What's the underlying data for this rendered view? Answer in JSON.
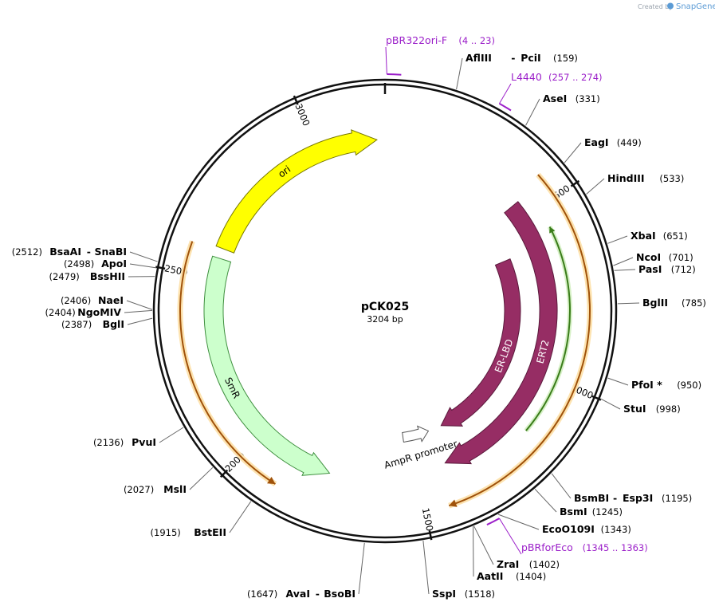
{
  "branding": {
    "created_by": "Created by",
    "product": "SnapGene"
  },
  "plasmid": {
    "name": "pCK025",
    "length_label": "3204 bp",
    "length": 3204
  },
  "ticks": [
    {
      "bp": 500,
      "label": "500"
    },
    {
      "bp": 1000,
      "label": "1000"
    },
    {
      "bp": 1500,
      "label": "1500"
    },
    {
      "bp": 2000,
      "label": "2000"
    },
    {
      "bp": 2500,
      "label": "2500"
    },
    {
      "bp": 3000,
      "label": "3000"
    }
  ],
  "features": [
    {
      "name": "ori",
      "start": 2590,
      "end": 3180,
      "direction": "cw",
      "track": "inner",
      "color": "#ffff00",
      "stroke": "#777700",
      "label_color": "#000000"
    },
    {
      "name": "ER-LBD",
      "start": 600,
      "end": 1370,
      "direction": "cw",
      "track": "middle",
      "color": "#962d64",
      "stroke": "#5a1a3c",
      "label_color": "#ffffff"
    },
    {
      "name": "ERT2",
      "start": 450,
      "end": 1410,
      "direction": "cw",
      "track": "outer",
      "color": "#962d64",
      "stroke": "#5a1a3c",
      "label_color": "#ffffff"
    },
    {
      "name": "SmR",
      "start": 1770,
      "end": 2560,
      "direction": "ccw",
      "track": "inner",
      "color": "#ccffcc",
      "stroke": "#3f8f3f",
      "label_color": "#000000"
    },
    {
      "name": "AmpR promoter",
      "start": 1425,
      "end": 1530,
      "direction": "ccw",
      "track": "small",
      "color": "#ffffff",
      "stroke": "#555555",
      "label_color": "#000000"
    }
  ],
  "orfs": [
    {
      "start": 430,
      "end": 1440,
      "direction": "cw",
      "color": "#f5a623"
    },
    {
      "start": 1890,
      "end": 2580,
      "direction": "ccw",
      "color": "#f5a623"
    }
  ],
  "green_orf": {
    "start": 560,
    "end": 1160,
    "direction": "ccw",
    "color": "#3a7d1a"
  },
  "sites": [
    {
      "name": "AflIII",
      "name2": "PciI",
      "pos": "(159)",
      "bp": 159,
      "side": "right"
    },
    {
      "name": "AseI",
      "pos": "(331)",
      "bp": 331,
      "side": "right"
    },
    {
      "name": "EagI",
      "pos": "(449)",
      "bp": 449,
      "side": "right"
    },
    {
      "name": "HindIII",
      "pos": "(533)",
      "bp": 533,
      "side": "right"
    },
    {
      "name": "XbaI",
      "pos": "(651)",
      "bp": 651,
      "side": "right"
    },
    {
      "name": "NcoI",
      "pos": "(701)",
      "bp": 701,
      "side": "right"
    },
    {
      "name": "PasI",
      "pos": "(712)",
      "bp": 712,
      "side": "right"
    },
    {
      "name": "BglII",
      "pos": "(785)",
      "bp": 785,
      "side": "right"
    },
    {
      "name": "PfoI *",
      "pos": "(950)",
      "bp": 950,
      "side": "right"
    },
    {
      "name": "StuI",
      "pos": "(998)",
      "bp": 998,
      "side": "right"
    },
    {
      "name": "BsmBI",
      "name2": "Esp3I",
      "pos": "(1195)",
      "bp": 1195,
      "side": "right"
    },
    {
      "name": "BsmI",
      "pos": "(1245)",
      "bp": 1245,
      "side": "right"
    },
    {
      "name": "EcoO109I",
      "pos": "(1343)",
      "bp": 1343,
      "side": "right"
    },
    {
      "name": "ZraI",
      "pos": "(1402)",
      "bp": 1402,
      "side": "right"
    },
    {
      "name": "AatII",
      "pos": "(1404)",
      "bp": 1404,
      "side": "right"
    },
    {
      "name": "SspI",
      "pos": "(1518)",
      "bp": 1518,
      "side": "right"
    },
    {
      "name": "AvaI",
      "name2": "BsoBI",
      "pos": "(1647)",
      "bp": 1647,
      "side": "left"
    },
    {
      "name": "BstEII",
      "pos": "(1915)",
      "bp": 1915,
      "side": "left"
    },
    {
      "name": "MslI",
      "pos": "(2027)",
      "bp": 2027,
      "side": "left"
    },
    {
      "name": "PvuI",
      "pos": "(2136)",
      "bp": 2136,
      "side": "left"
    },
    {
      "name": "BglI",
      "pos": "(2387)",
      "bp": 2387,
      "side": "left"
    },
    {
      "name": "NgoMIV",
      "pos": "(2404)",
      "bp": 2404,
      "side": "left"
    },
    {
      "name": "NaeI",
      "pos": "(2406)",
      "bp": 2406,
      "side": "left"
    },
    {
      "name": "BssHII",
      "pos": "(2479)",
      "bp": 2479,
      "side": "left"
    },
    {
      "name": "ApoI",
      "pos": "(2498)",
      "bp": 2498,
      "side": "left"
    },
    {
      "name": "BsaAI",
      "name2": "SnaBI",
      "pos": "(2512)",
      "bp": 2512,
      "side": "left"
    }
  ],
  "primers": [
    {
      "name": "pBR322ori-F",
      "pos": "(4 .. 23)",
      "start": 4,
      "end": 23
    },
    {
      "name": "L4440",
      "pos": "(257 .. 274)",
      "start": 257,
      "end": 274
    },
    {
      "name": "pBRforEco",
      "pos": "(1345 .. 1363)",
      "start": 1345,
      "end": 1363
    }
  ]
}
